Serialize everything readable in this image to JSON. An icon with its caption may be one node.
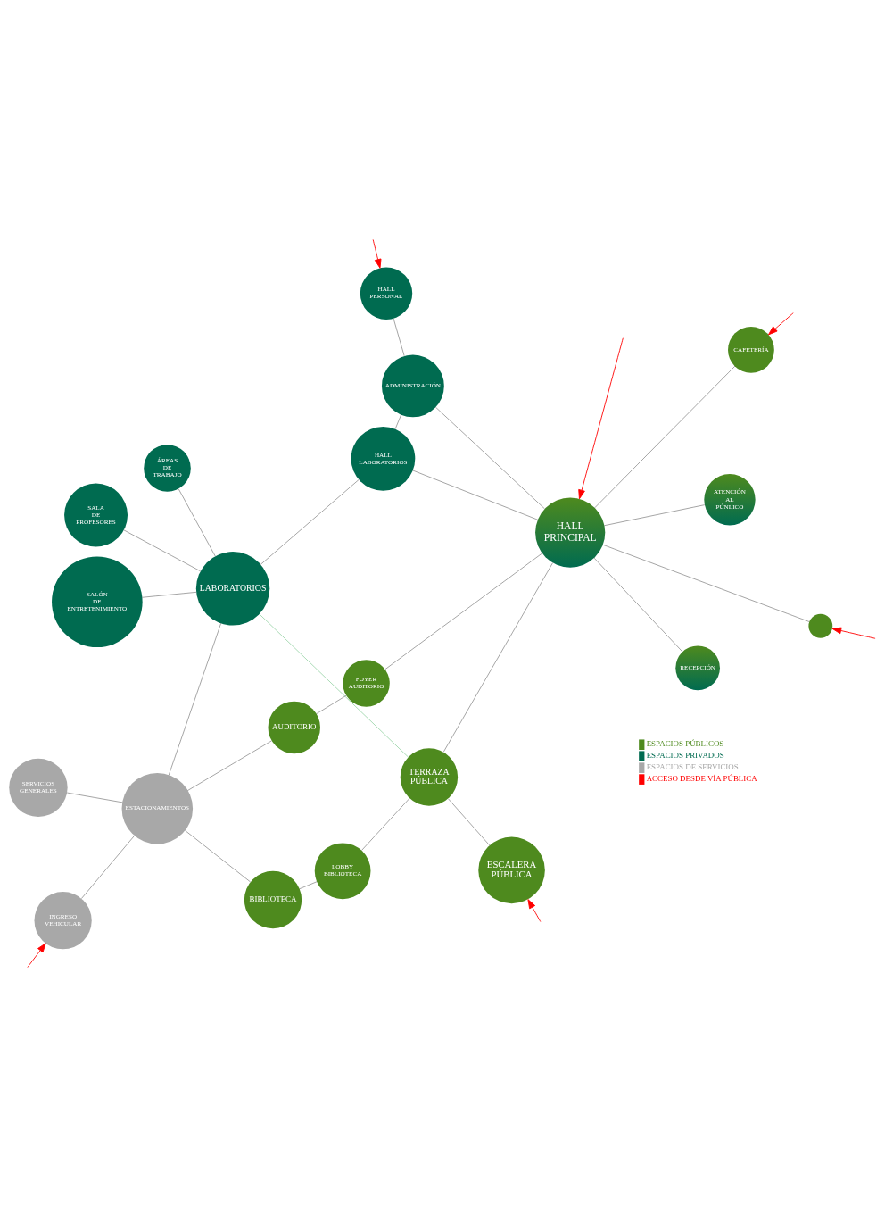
{
  "diagram": {
    "nodes": [
      {
        "text": [
          "BIBLIOTECA"
        ]
      },
      {
        "text": [
          "ESCALERA PÚBLICA"
        ]
      },
      {
        "text": [
          "LOBBY BIBLIOTECA"
        ]
      },
      {
        "text": [
          "TERRAZA PÚBLICA"
        ]
      },
      {
        "text": [
          "AUDITORIO"
        ]
      },
      {
        "text": [
          "CAFETERÍA"
        ]
      },
      {
        "text": [
          "FOYER AUDITORIO"
        ]
      },
      {
        "text": [
          "INGRESO VEHICULAR"
        ]
      },
      {
        "text": [],
        "shape": "circle"
      },
      {
        "text": [
          "HALL PRINCIPAL"
        ]
      },
      {
        "text": [
          "RECEPCIÓN"
        ]
      },
      {
        "text": [
          "ESTACIONAMIENTOS"
        ]
      },
      {
        "text": [
          "ATENCIÓN AL PÚNLICO"
        ]
      },
      {
        "text": [
          "HALL LABORATORIOS"
        ]
      },
      {
        "text": [
          "SERVICIOS GENERALES"
        ]
      },
      {
        "text": [
          "ADMINISTRACIÓN"
        ]
      },
      {
        "text": [
          "LABORATORIOS"
        ]
      },
      {
        "text": [
          "SALÓN DE ENTRETENIMIENTO"
        ]
      },
      {
        "text": [
          "HALL PERSONAL"
        ]
      },
      {
        "text": [
          "SALA DE PROFESORES"
        ]
      },
      {
        "text": [
          "ÁREAS DE TRABAJO"
        ]
      }
    ],
    "edges": [
      {
        "from": 2,
        "to": 0,
        "arrow": "none"
      },
      {
        "from": 1,
        "to": 3,
        "arrow": "none"
      },
      {
        "from": 3,
        "to": 2,
        "arrow": "none"
      },
      {
        "from": 6,
        "to": 4,
        "arrow": "none"
      },
      {
        "from": 0,
        "to": 11,
        "arrow": "none"
      },
      {
        "from": 4,
        "to": 11,
        "arrow": "none"
      },
      {
        "from": 7,
        "to": 11,
        "arrow": "none"
      },
      {
        "from": 11,
        "to": 14,
        "arrow": "none"
      },
      {
        "from": 11,
        "to": 16,
        "arrow": "none"
      },
      {
        "from": 5,
        "to": 9,
        "arrow": "none"
      },
      {
        "from": 8,
        "to": 9,
        "arrow": "none"
      },
      {
        "from": 3,
        "to": 9,
        "arrow": "none"
      },
      {
        "from": 6,
        "to": 9,
        "arrow": "none"
      },
      {
        "from": 9,
        "to": 10,
        "arrow": "none"
      },
      {
        "from": 9,
        "to": 12,
        "arrow": "none"
      },
      {
        "from": 9,
        "to": 13,
        "arrow": "none"
      },
      {
        "from": 9,
        "to": 15,
        "arrow": "none"
      },
      {
        "from": 3,
        "to": 16,
        "arrow": "none",
        "color": "#3fae5a"
      },
      {
        "from": 13,
        "to": 16,
        "arrow": "none"
      },
      {
        "from": 13,
        "to": 15,
        "arrow": "none"
      },
      {
        "from": 15,
        "to": 18,
        "arrow": "none"
      },
      {
        "from": 16,
        "to": 17,
        "arrow": "none"
      },
      {
        "from": 16,
        "to": 19,
        "arrow": "none"
      },
      {
        "from": 16,
        "to": 20,
        "arrow": "none"
      },
      {
        "from": null,
        "to": 1,
        "arrow": "to",
        "color": "#ff0000"
      },
      {
        "from": null,
        "to": 5,
        "arrow": "to",
        "color": "#ff0000"
      },
      {
        "from": null,
        "to": 8,
        "arrow": "to",
        "color": "#ff0000"
      },
      {
        "from": null,
        "to": 9,
        "arrow": "to",
        "color": "#ff0000"
      },
      {
        "from": null,
        "to": 7,
        "arrow": "to",
        "color": "#ff0000"
      },
      {
        "from": null,
        "to": 18,
        "arrow": "to",
        "color": "#ff0000"
      }
    ],
    "legend": [
      {
        "text": "ESPACIOS PÚBLICOS",
        "color": "#4e8a1e"
      },
      {
        "text": "ESPACIOS PRIVADOS",
        "color": "#006b50"
      },
      {
        "text": "ESPACIOS DE SERVICIOS",
        "color": "#a8a8a8"
      },
      {
        "text": "ACCESO DESDE VÍA PÚBLICA",
        "color": "#ff0000"
      }
    ]
  }
}
